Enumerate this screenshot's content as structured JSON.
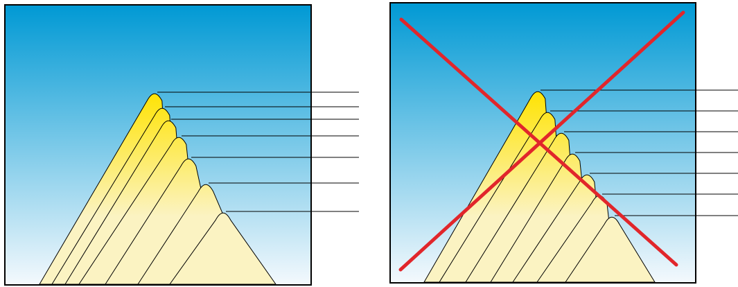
{
  "panels": [
    {
      "id": "left",
      "crossed_out": false,
      "layer_count": 7,
      "leader_count": 7
    },
    {
      "id": "right",
      "crossed_out": true,
      "layer_count": 7,
      "leader_count": 7
    }
  ],
  "colors": {
    "sky_top": "#0099d4",
    "sky_bottom": "#f4f9fd",
    "fill_light": "#fbf3c2",
    "fill_bright": "#ffe300",
    "outline": "#000000",
    "cross": "#e1262b",
    "background": "#ffffff"
  }
}
